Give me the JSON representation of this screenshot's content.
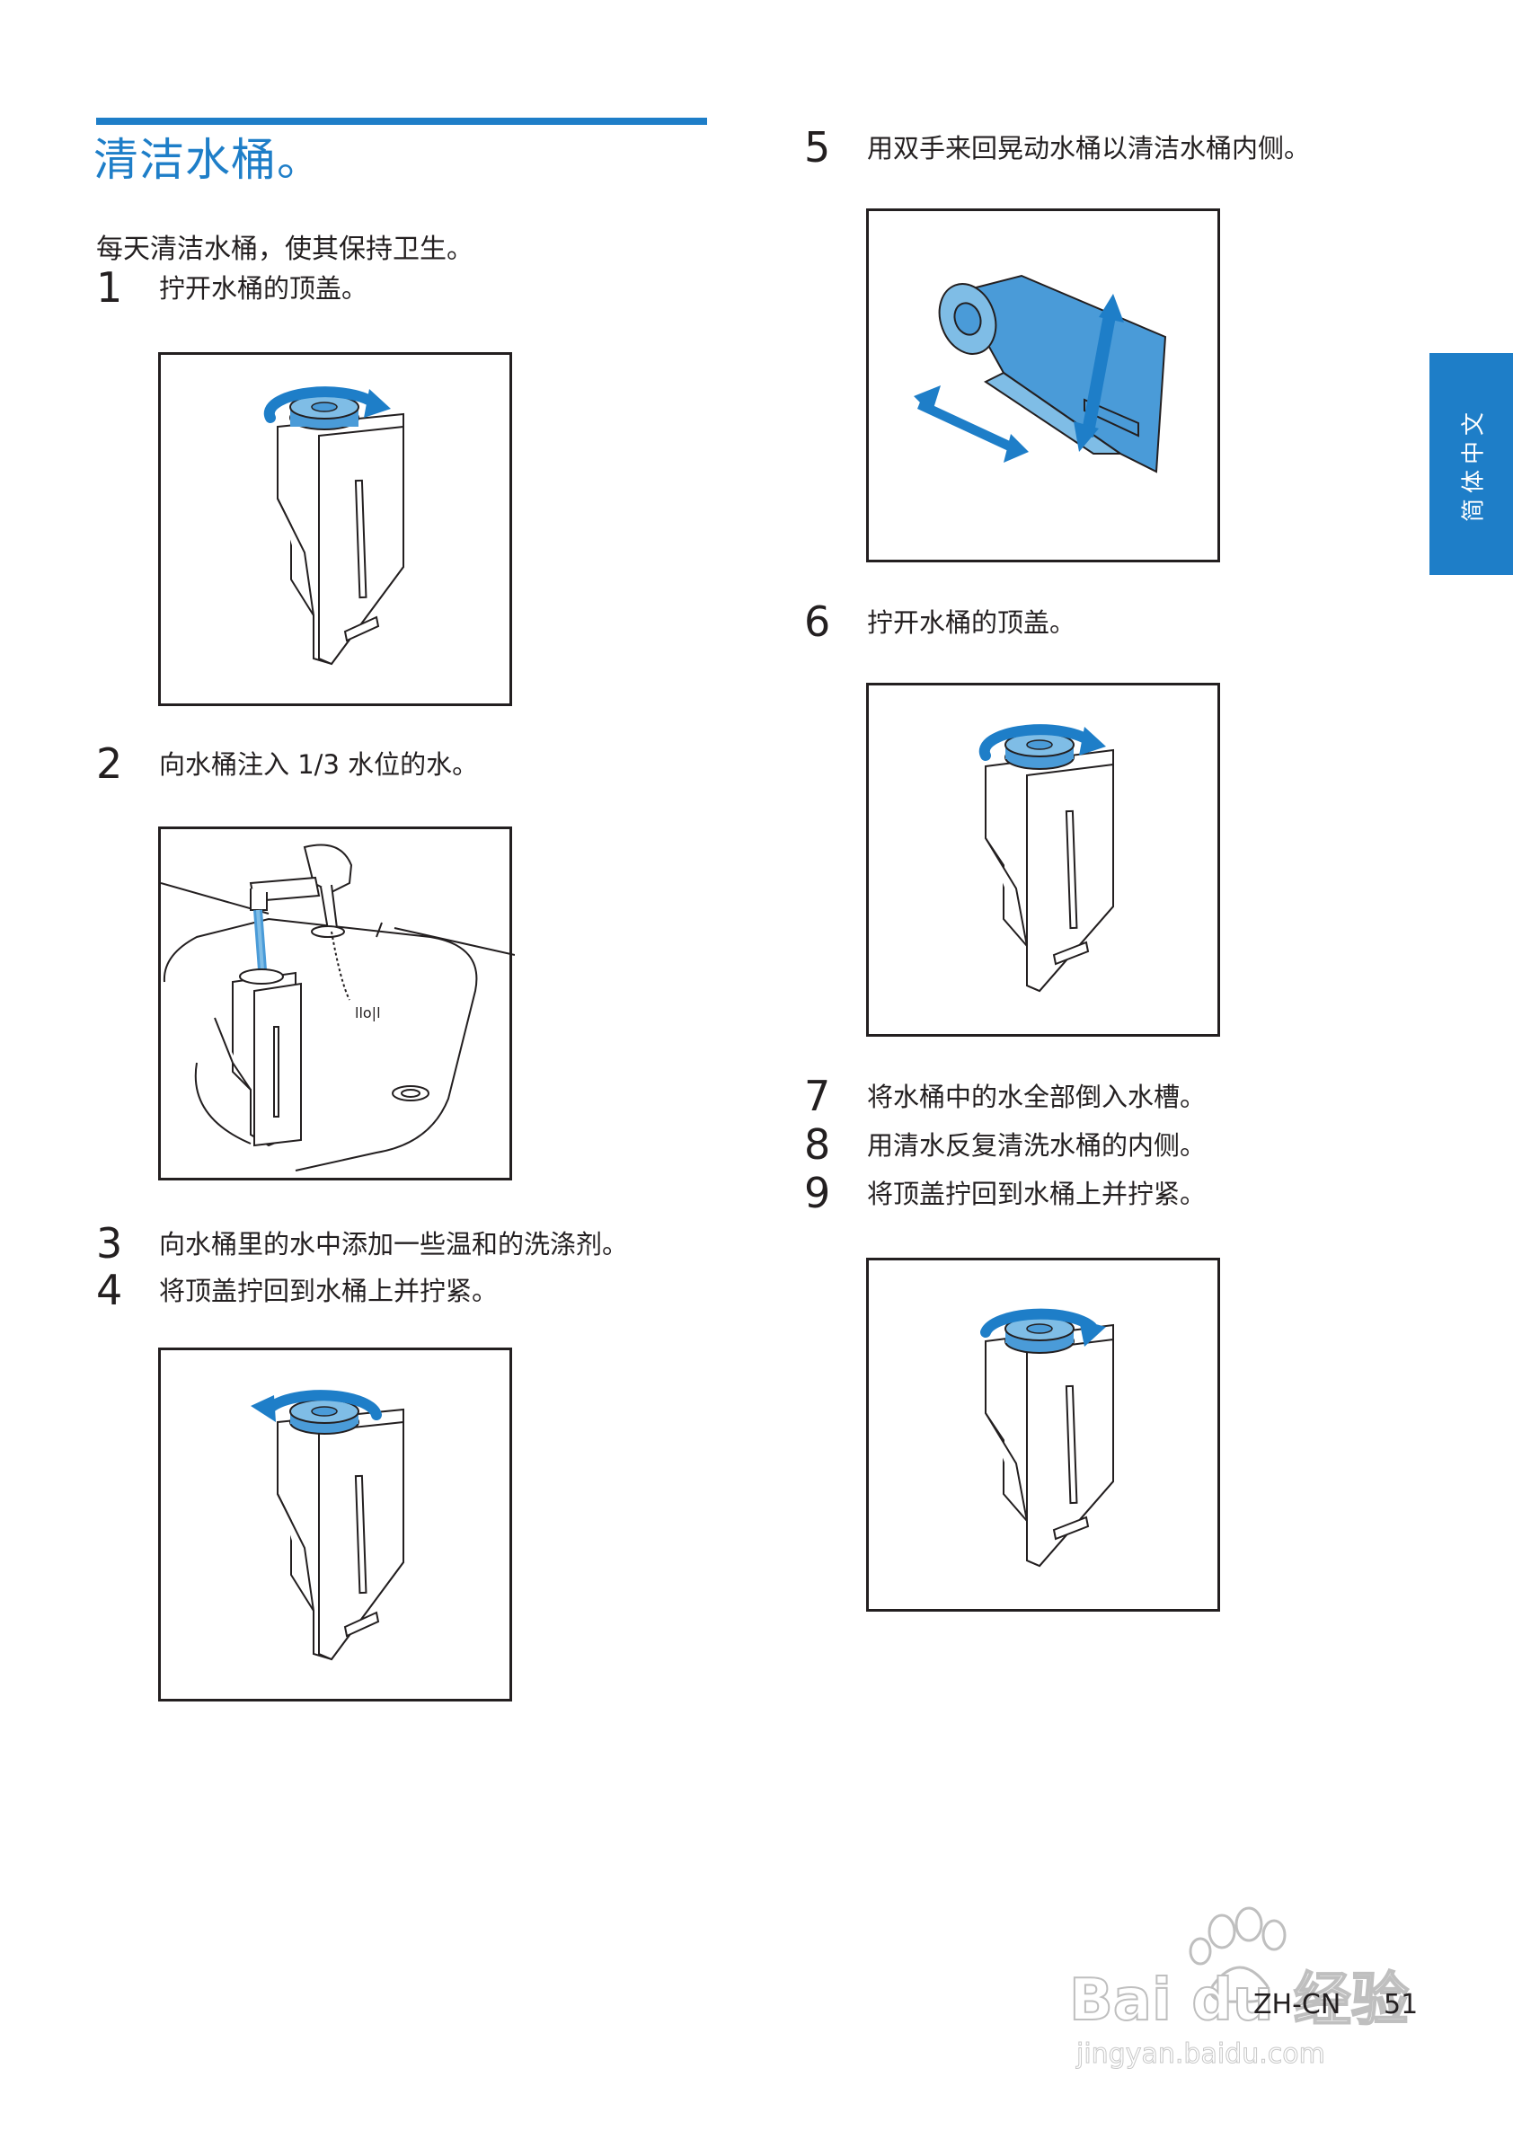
{
  "page": {
    "title": "清洁水桶。",
    "intro": "每天清洁水桶，使其保持卫生。",
    "steps": [
      {
        "num": "1",
        "text": "拧开水桶的顶盖。"
      },
      {
        "num": "2",
        "text": "向水桶注入 1/3 水位的水。"
      },
      {
        "num": "3",
        "text": "向水桶里的水中添加一些温和的洗涤剂。"
      },
      {
        "num": "4",
        "text": "将顶盖拧回到水桶上并拧紧。"
      },
      {
        "num": "5",
        "text": "用双手来回晃动水桶以清洁水桶内侧。"
      },
      {
        "num": "6",
        "text": "拧开水桶的顶盖。"
      },
      {
        "num": "7",
        "text": "将水桶中的水全部倒入水槽。"
      },
      {
        "num": "8",
        "text": "用清水反复清洗水桶的内侧。"
      },
      {
        "num": "9",
        "text": "将顶盖拧回到水桶上并拧紧。"
      }
    ],
    "side_tab": "简体中文",
    "footer_lang": "ZH-CN",
    "page_number": "51"
  },
  "watermark": {
    "brand": "Bai du 经验",
    "url": "jingyan.baidu.com"
  },
  "colors": {
    "accent": "#1e7ec8",
    "text": "#231f20",
    "tank_blue": "#4a9bd8"
  },
  "icons": {
    "rotate_arrow": "rotate-cap-arrow-icon",
    "shake_arrows": "shake-arrows-icon"
  }
}
